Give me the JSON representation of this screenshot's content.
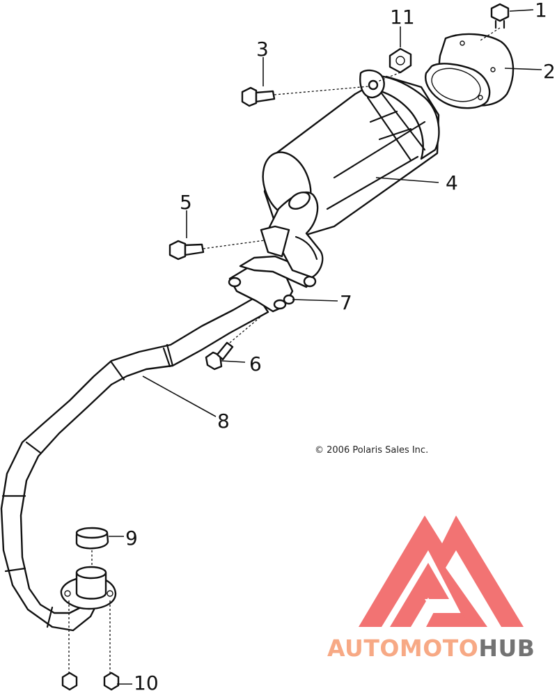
{
  "callouts": [
    {
      "id": "1",
      "label": "1"
    },
    {
      "id": "2",
      "label": "2"
    },
    {
      "id": "3",
      "label": "3"
    },
    {
      "id": "4",
      "label": "4"
    },
    {
      "id": "5",
      "label": "5"
    },
    {
      "id": "6",
      "label": "6"
    },
    {
      "id": "7",
      "label": "7"
    },
    {
      "id": "8",
      "label": "8"
    },
    {
      "id": "9",
      "label": "9"
    },
    {
      "id": "10",
      "label": "10"
    },
    {
      "id": "11",
      "label": "11"
    }
  ],
  "copyright": "© 2006 Polaris Sales Inc.",
  "watermark": {
    "part1": "AUTOMOTO",
    "part2": "HUB",
    "color_light": "#f7a985",
    "color_dark": "#737373",
    "logo_color": "#f05b5b"
  }
}
